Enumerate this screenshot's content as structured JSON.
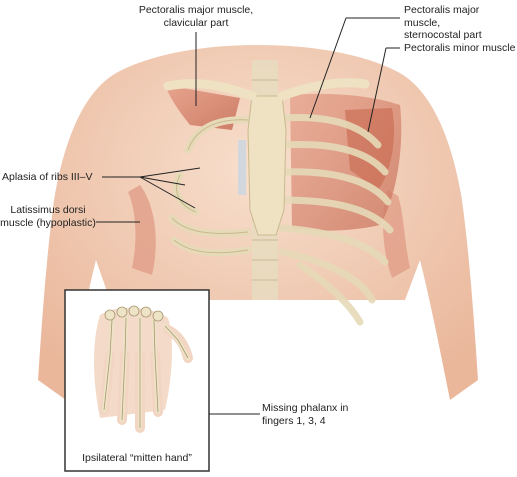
{
  "labels": {
    "pec_major_clavicular": "Pectoralis major muscle,\nclavicular part",
    "pec_major_sternocostal": "Pectoralis major muscle,\nsternocostal part",
    "pec_minor": "Pectoralis minor muscle",
    "aplasia_ribs": "Aplasia of ribs III–V",
    "latissimus": "Latissimus dorsi\nmuscle (hypoplastic)",
    "missing_phalanx": "Missing phalanx in\nfingers 1, 3, 4",
    "mitten_hand": "Ipsilateral “mitten hand”"
  },
  "colors": {
    "skin": "#f2cdb4",
    "muscle": "#d98a72",
    "bone": "#ede3c6",
    "cartilage": "#c9d6e3",
    "leader": "#222222"
  }
}
